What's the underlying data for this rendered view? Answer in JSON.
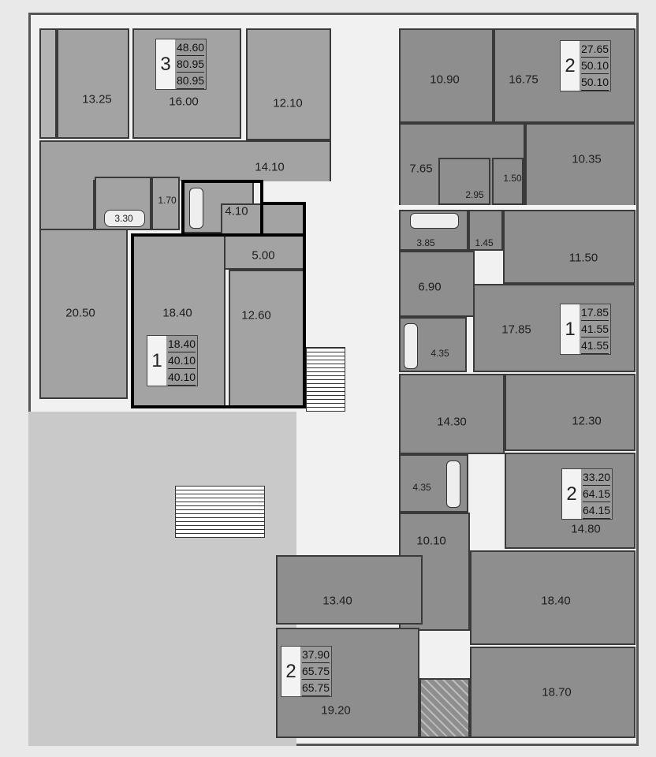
{
  "rooms": [
    {
      "area": "13.25"
    },
    {
      "area": "16.00"
    },
    {
      "area": "12.10"
    },
    {
      "area": "14.10"
    },
    {
      "area": "1.70"
    },
    {
      "area": "3.30"
    },
    {
      "area": "4.10"
    },
    {
      "area": "5.00"
    },
    {
      "area": "20.50"
    },
    {
      "area": "18.40"
    },
    {
      "area": "12.60"
    },
    {
      "area": "10.90"
    },
    {
      "area": "16.75"
    },
    {
      "area": "7.65"
    },
    {
      "area": "2.95"
    },
    {
      "area": "1.50"
    },
    {
      "area": "10.35"
    },
    {
      "area": "3.85"
    },
    {
      "area": "1.45"
    },
    {
      "area": "11.50"
    },
    {
      "area": "6.90"
    },
    {
      "area": "17.85"
    },
    {
      "area": "4.35"
    },
    {
      "area": "14.30"
    },
    {
      "area": "12.30"
    },
    {
      "area": "4.35"
    },
    {
      "area": "14.80"
    },
    {
      "area": "10.10"
    },
    {
      "area": "18.40"
    },
    {
      "area": "13.40"
    },
    {
      "area": "19.20"
    },
    {
      "area": "18.70"
    }
  ],
  "apartments": [
    {
      "rooms": "3",
      "living": "48.60",
      "total": "80.95",
      "total2": "80.95"
    },
    {
      "rooms": "1",
      "living": "18.40",
      "total": "40.10",
      "total2": "40.10"
    },
    {
      "rooms": "2",
      "living": "27.65",
      "total": "50.10",
      "total2": "50.10"
    },
    {
      "rooms": "1",
      "living": "17.85",
      "total": "41.55",
      "total2": "41.55"
    },
    {
      "rooms": "2",
      "living": "33.20",
      "total": "64.15",
      "total2": "64.15"
    },
    {
      "rooms": "2",
      "living": "37.90",
      "total": "65.75",
      "total2": "65.75"
    }
  ],
  "colors": {
    "room": "#a3a3a3",
    "highlight": "#000000"
  }
}
